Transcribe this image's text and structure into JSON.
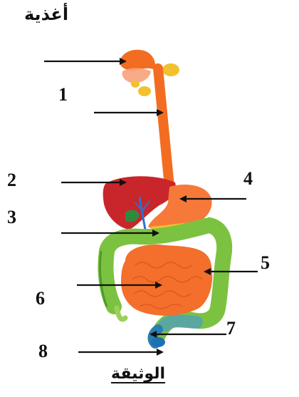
{
  "title": "أغذية",
  "caption": "الوثيقة",
  "labels": [
    "1",
    "2",
    "3",
    "4",
    "5",
    "6",
    "7",
    "8"
  ],
  "colors": {
    "esophagus": "#f26d21",
    "liver": "#c8262a",
    "stomach": "#f7793a",
    "small_intestine": "#f36f2b",
    "large_intestine": "#7cc241",
    "gallbladder": "#2f8a3e",
    "salivary_glands": "#f2c12e",
    "rectum_anus": "#1f6fb5",
    "arrow": "#111111"
  }
}
